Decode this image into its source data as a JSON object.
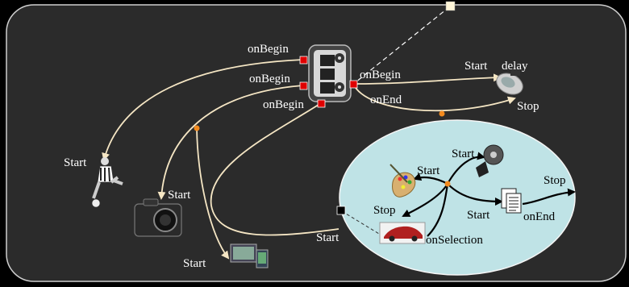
{
  "colors": {
    "background": "#000000",
    "panel": "#2b2b2b",
    "panel_border": "#cfcfcf",
    "ellipse": "#bfe3e6",
    "connector_red": "#e00000",
    "junction_orange": "#f28a1e",
    "arrow_light": "#f5e6c4",
    "arrow_dark": "#000000"
  },
  "diagram": {
    "film_ports": {
      "left_top": "onBegin",
      "left_mid": "onBegin",
      "bottom": "onBegin",
      "right_begin": "onBegin",
      "right_end": "onEnd"
    },
    "audio_node": {
      "start_label": "Start",
      "delay_label": "delay",
      "stop_label": "Stop"
    },
    "soccer_label": "Start",
    "camera_label": "Start",
    "tv_label": "Start",
    "car_start_label": "Start",
    "car_event_label": "onSelection",
    "inner": {
      "palette_start": "Start",
      "palette_stop": "Stop",
      "disc_start": "Start",
      "doc_start": "Start",
      "doc_end": "onEnd",
      "exit_stop": "Stop"
    },
    "icons": [
      "film-reel-icon",
      "audio-player-icon",
      "soccer-player-icon",
      "camera-icon",
      "tv-pair-icon",
      "paint-palette-icon",
      "disc-icon",
      "document-icon",
      "sports-car-icon"
    ]
  }
}
